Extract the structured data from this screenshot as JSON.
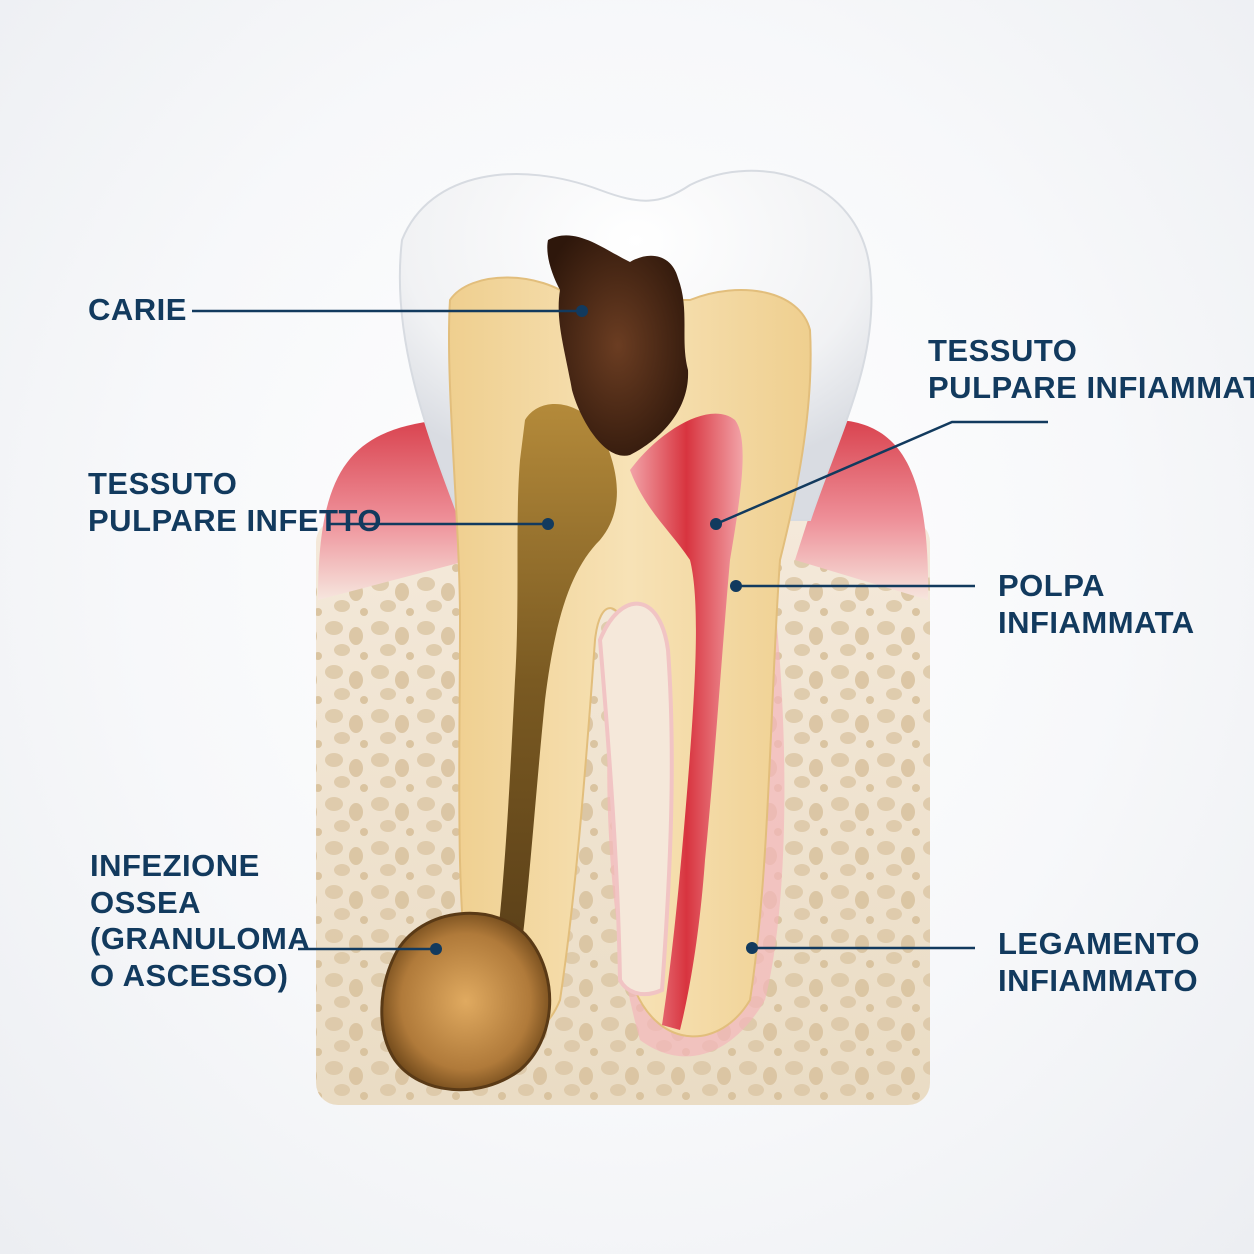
{
  "labels": {
    "carie": [
      "CARIE"
    ],
    "tessuto_infetto": [
      "TESSUTO",
      "PULPARE INFETTO"
    ],
    "tessuto_infiammato": [
      "TESSUTO",
      "PULPARE INFIAMMATO"
    ],
    "polpa_infiammata": [
      "POLPA",
      "INFIAMMATA"
    ],
    "infezione_ossea": [
      "INFEZIONE",
      "OSSEA",
      "(GRANULOMA",
      "O ASCESSO)"
    ],
    "legamento": [
      "LEGAMENTO",
      "INFIAMMATO"
    ]
  },
  "colors": {
    "label_text": "#123a5e",
    "leader_line": "#123a5e",
    "enamel": "#f4f5f7",
    "dentin": "#f3d9a4",
    "caries": "#4a2a18",
    "infected_pulp": "#8a6a2a",
    "inflamed_pulp": "#d8343f",
    "gum": "#e57b86",
    "bone": "#efe3cf",
    "abscess": "#b07a3a"
  }
}
